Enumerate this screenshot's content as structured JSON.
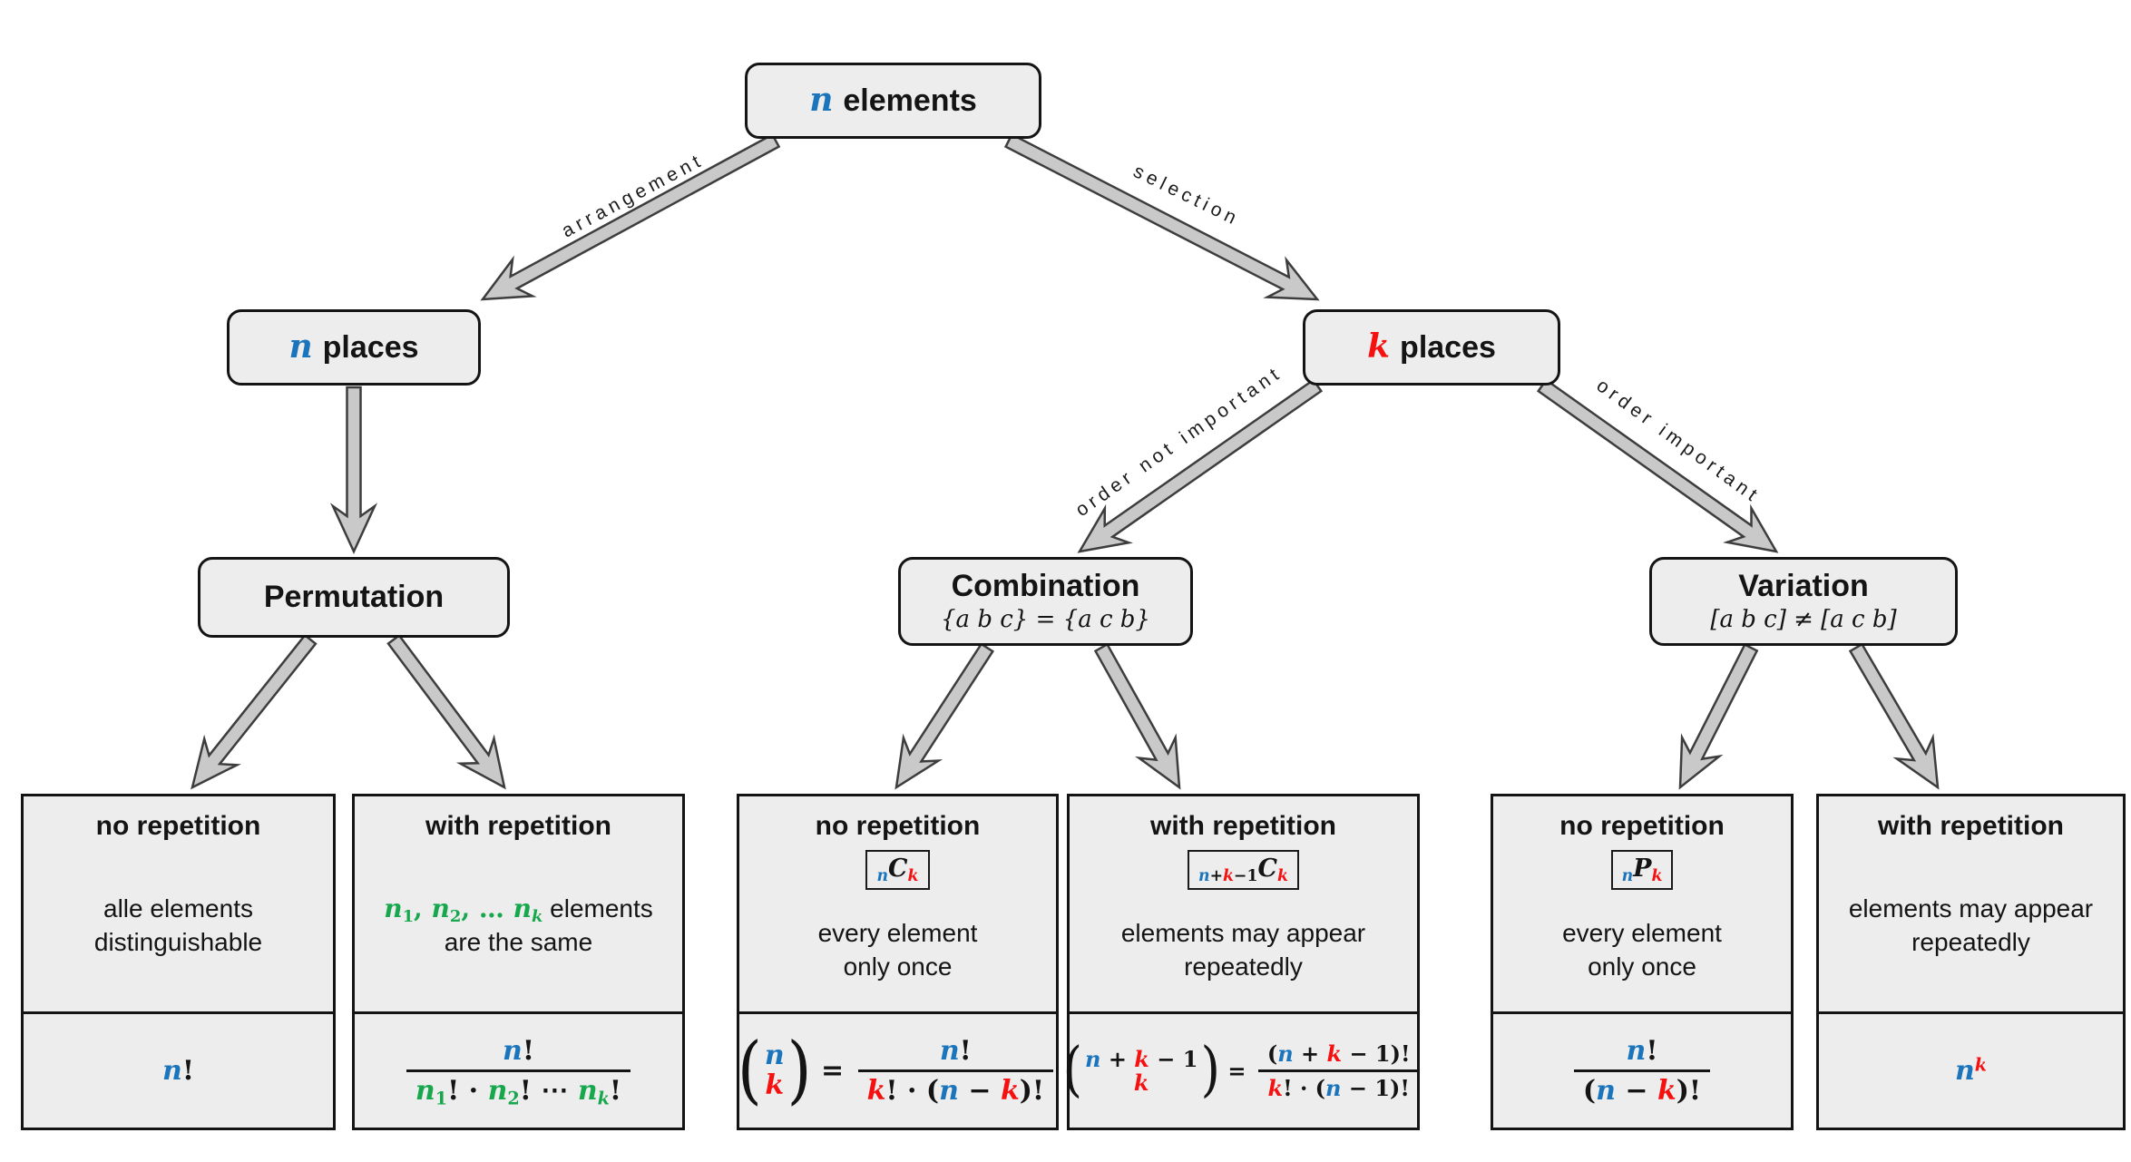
{
  "palette": {
    "blue": "#1b75bc",
    "red": "#f6100f",
    "green": "#17a84e",
    "box_fill": "#ededed",
    "box_border": "#141414",
    "arrow_fill": "#c9c9c9",
    "arrow_stroke": "#3d3d3d"
  },
  "nodes": {
    "root": {
      "var": "n",
      "label": "elements"
    },
    "n_places": {
      "var": "n",
      "label": "places"
    },
    "k_places": {
      "var": "k",
      "label": "places"
    },
    "permutation": {
      "title": "Permutation"
    },
    "combination": {
      "title": "Combination",
      "subtitle": "{a b c} = {a c b}"
    },
    "variation": {
      "title": "Variation",
      "subtitle": "[a b c] ≠ [a c b]"
    }
  },
  "edges": {
    "arrangement": "arrangement",
    "selection": "selection",
    "order_not_important": "order not important",
    "order_important": "order important"
  },
  "leaves": [
    {
      "title": "no repetition",
      "desc": [
        [
          {
            "t": "alle elements"
          }
        ],
        [
          {
            "t": "distinguishable"
          }
        ]
      ],
      "formula": [
        {
          "row": [
            {
              "t": "n",
              "c": "b",
              "i": 1
            },
            {
              "t": "!"
            }
          ]
        }
      ]
    },
    {
      "title": "with repetition",
      "desc": [
        [
          {
            "t": "n",
            "c": "g",
            "i": 1,
            "f": "m"
          },
          {
            "t": "1",
            "c": "g",
            "v": "sub",
            "f": "m"
          },
          {
            "t": ", ",
            "c": "g",
            "f": "m"
          },
          {
            "t": "n",
            "c": "g",
            "i": 1,
            "f": "m"
          },
          {
            "t": "2",
            "c": "g",
            "v": "sub",
            "f": "m"
          },
          {
            "t": ", … ",
            "c": "g",
            "f": "m"
          },
          {
            "t": "n",
            "c": "g",
            "i": 1,
            "f": "m"
          },
          {
            "t": "k",
            "c": "g",
            "i": 1,
            "v": "sub",
            "f": "m"
          },
          {
            "t": " elements"
          }
        ],
        [
          {
            "t": "are the same"
          }
        ]
      ],
      "formula": [
        {
          "frac": {
            "num": [
              {
                "t": "n",
                "c": "b",
                "i": 1
              },
              {
                "t": "!"
              }
            ],
            "den": [
              {
                "t": "n",
                "c": "g",
                "i": 1
              },
              {
                "t": "1",
                "c": "g",
                "v": "sub"
              },
              {
                "t": "! · "
              },
              {
                "t": "n",
                "c": "g",
                "i": 1
              },
              {
                "t": "2",
                "c": "g",
                "v": "sub"
              },
              {
                "t": "! ⋯ "
              },
              {
                "t": "n",
                "c": "g",
                "i": 1
              },
              {
                "t": "k",
                "c": "g",
                "i": 1,
                "v": "sub"
              },
              {
                "t": "!"
              }
            ]
          }
        }
      ]
    },
    {
      "title": "no repetition",
      "badge": [
        {
          "t": "n",
          "c": "b",
          "i": 1,
          "v": "sub"
        },
        {
          "t": "C",
          "i": 1
        },
        {
          "t": "k",
          "c": "r",
          "i": 1,
          "v": "sub"
        }
      ],
      "desc": [
        [
          {
            "t": "every element"
          }
        ],
        [
          {
            "t": "only once"
          }
        ]
      ],
      "formula": [
        {
          "binom": {
            "top": [
              {
                "t": "n",
                "c": "b",
                "i": 1
              }
            ],
            "bot": [
              {
                "t": "k",
                "c": "r",
                "i": 1
              }
            ]
          }
        },
        {
          "row": [
            {
              "t": " = "
            }
          ]
        },
        {
          "frac": {
            "num": [
              {
                "t": "n",
                "c": "b",
                "i": 1
              },
              {
                "t": "!"
              }
            ],
            "den": [
              {
                "t": "k",
                "c": "r",
                "i": 1
              },
              {
                "t": "! · ("
              },
              {
                "t": "n",
                "c": "b",
                "i": 1
              },
              {
                "t": " − "
              },
              {
                "t": "k",
                "c": "r",
                "i": 1
              },
              {
                "t": ")!"
              }
            ]
          }
        }
      ]
    },
    {
      "title": "with repetition",
      "badge": [
        {
          "t": "n",
          "c": "b",
          "i": 1,
          "v": "sub"
        },
        {
          "t": "+",
          "v": "sub"
        },
        {
          "t": "k",
          "c": "r",
          "i": 1,
          "v": "sub"
        },
        {
          "t": "−1",
          "v": "sub"
        },
        {
          "t": "C",
          "i": 1
        },
        {
          "t": "k",
          "c": "r",
          "i": 1,
          "v": "sub"
        }
      ],
      "desc": [
        [
          {
            "t": "elements may appear"
          }
        ],
        [
          {
            "t": "repeatedly"
          }
        ]
      ],
      "formula": [
        {
          "binom": {
            "top": [
              {
                "t": "n",
                "c": "b",
                "i": 1
              },
              {
                "t": " + "
              },
              {
                "t": "k",
                "c": "r",
                "i": 1
              },
              {
                "t": " − 1"
              }
            ],
            "bot": [
              {
                "t": "k",
                "c": "r",
                "i": 1
              }
            ]
          }
        },
        {
          "row": [
            {
              "t": " = "
            }
          ]
        },
        {
          "frac": {
            "num": [
              {
                "t": "("
              },
              {
                "t": "n",
                "c": "b",
                "i": 1
              },
              {
                "t": " + "
              },
              {
                "t": "k",
                "c": "r",
                "i": 1
              },
              {
                "t": " − 1)!"
              }
            ],
            "den": [
              {
                "t": "k",
                "c": "r",
                "i": 1
              },
              {
                "t": "! · ("
              },
              {
                "t": "n",
                "c": "b",
                "i": 1
              },
              {
                "t": " − 1)!"
              }
            ]
          }
        }
      ]
    },
    {
      "title": "no repetition",
      "badge": [
        {
          "t": "n",
          "c": "b",
          "i": 1,
          "v": "sub"
        },
        {
          "t": "P",
          "i": 1
        },
        {
          "t": "k",
          "c": "r",
          "i": 1,
          "v": "sub"
        }
      ],
      "desc": [
        [
          {
            "t": "every element"
          }
        ],
        [
          {
            "t": "only once"
          }
        ]
      ],
      "formula": [
        {
          "frac": {
            "num": [
              {
                "t": "n",
                "c": "b",
                "i": 1
              },
              {
                "t": "!"
              }
            ],
            "den": [
              {
                "t": "("
              },
              {
                "t": "n",
                "c": "b",
                "i": 1
              },
              {
                "t": " − "
              },
              {
                "t": "k",
                "c": "r",
                "i": 1
              },
              {
                "t": ")!"
              }
            ]
          }
        }
      ]
    },
    {
      "title": "with repetition",
      "desc": [
        [
          {
            "t": "elements may appear"
          }
        ],
        [
          {
            "t": "repeatedly"
          }
        ]
      ],
      "formula": [
        {
          "row": [
            {
              "t": "n",
              "c": "b",
              "i": 1
            },
            {
              "t": "k",
              "c": "r",
              "i": 1,
              "v": "sup"
            }
          ]
        }
      ]
    }
  ]
}
